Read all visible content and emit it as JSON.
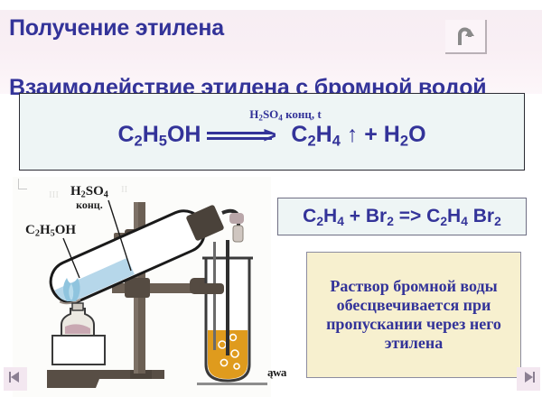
{
  "slide": {
    "title": "Получение этилена",
    "subtitle": "Взаимодействие этилена с бромной водой"
  },
  "equation_main": {
    "condition_pre": "H",
    "condition": "H2SO4 конц, t",
    "reactant": "C",
    "full_text": "C2H5OH ==> C2H4 ↑ + H2O",
    "left_part": "C",
    "left_sub1": "2",
    "left_mid": "H",
    "left_sub2": "5",
    "left_end": "OH",
    "right_part": "C",
    "right_sub1": "2",
    "right_mid": "H",
    "right_sub2": "4",
    "right_end": "↑ + H",
    "right_sub3": "2",
    "right_tail": "O",
    "arrow_head": ">"
  },
  "equation_bromine": {
    "a": "C",
    "a_sub": "2",
    "b": "H",
    "b_sub": "4",
    "plus": "+ Br",
    "c_sub": "2",
    "arrow": "=>",
    "d": "C",
    "d_sub": "2",
    "e": "H",
    "e_sub": "4",
    "f": "Br",
    "f_sub": "2"
  },
  "note": {
    "text": "Раствор бромной воды обесцвечивается при пропускании через него этилена"
  },
  "diagram": {
    "label_acid_main": "H",
    "label_acid_sub1": "2",
    "label_acid_mid": "SO",
    "label_acid_sub2": "4",
    "label_acid_second": "конц.",
    "label_alcohol_a": "C",
    "label_alcohol_sub1": "2",
    "label_alcohol_b": "H",
    "label_alcohol_sub2": "5",
    "label_alcohol_c": "OH",
    "ghost_text_1": "III",
    "ghost_text_2": "II",
    "stray_fragment": "ąwa"
  },
  "controls": {
    "return_label": "return-arrow",
    "prev_label": "previous-slide",
    "next_label": "next-slide"
  },
  "colors": {
    "heading": "#333399",
    "eq_box_fill": "#eef5f5",
    "note_fill": "#f7f0cf",
    "band_pink": "#f9eff4",
    "liquid_blue": "#a8cfe3",
    "liquid_orange": "#df9b1d"
  }
}
